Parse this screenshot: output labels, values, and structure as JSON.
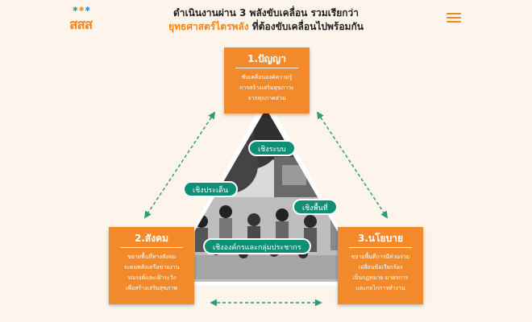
{
  "header": {
    "logo_text": "สสส",
    "headline_line1": "ดำเนินงานผ่าน 3 พลังขับเคลื่อน รวมเรียกว่า",
    "headline_line2_highlight": "ยุทธศาสตร์ไตรพลัง",
    "headline_line2_rest": " ที่ต้องขับเคลื่อนไปพร้อมกัน",
    "accent_color": "#f2871f"
  },
  "boxes": {
    "wisdom": {
      "title": "1.ปัญญา",
      "lines": [
        "ขับเคลื่อนองค์ความรู้",
        "การสร้างเสริมสุขภาวะ",
        "จากทุกภาคส่วน"
      ]
    },
    "social": {
      "title": "2.สังคม",
      "lines": [
        "ขยายพื้นที่ทางสังคม",
        "ระดมพลังเครือข่ายงาน",
        "รณรงค์และเฝ้าระวัง",
        "เพื่อสร้างเสริมสุขภาพ"
      ]
    },
    "policy": {
      "title": "3.นโยบาย",
      "lines": [
        "ขยายพื้นที่การมีส่วนร่วม",
        "เปลี่ยนข้อเรียกร้อง",
        "เป็นกฎหมาย มาตรการ",
        "และกลไกการทำงาน"
      ]
    }
  },
  "pills": {
    "system": "เชิงระบบ",
    "issue": "เชิงประเด็น",
    "area": "เชิงพื้นที่",
    "org": "เชิงองค์กรและกลุ่มประชากร"
  },
  "colors": {
    "box": "#f28a2c",
    "pill": "#0f8f76",
    "arrow": "#2e9a7c",
    "background": "#fdf5ec"
  },
  "icons": {
    "menu": "hamburger-menu-icon",
    "arrows": "dashed-double-arrow-icon"
  }
}
